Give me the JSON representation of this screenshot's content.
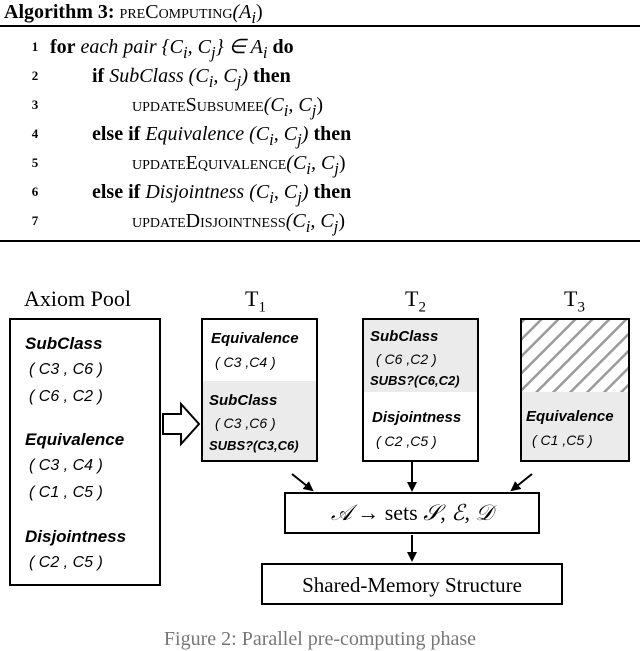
{
  "algorithm": {
    "label": "Algorithm 3:",
    "name": "preComputing",
    "arg": "(A",
    "arg_sub": "i",
    "arg_close": ")",
    "lines": [
      {
        "num": "1",
        "kw1": "for",
        "text1": "each pair",
        "math": "{C",
        "s1": "i",
        "mid": ", C",
        "s2": "j",
        "close": "} ∈ A",
        "s3": "i",
        "kw2": "do"
      },
      {
        "num": "2",
        "kw1": "if",
        "text1": "SubClass (C",
        "s1": "i",
        "mid": ", C",
        "s2": "j",
        "close": ")",
        "kw2": "then"
      },
      {
        "num": "3",
        "call": "updateSubsumee",
        "args": "(C",
        "s1": "i",
        "mid": ", C",
        "s2": "j",
        "close": ")"
      },
      {
        "num": "4",
        "kw1": "else if",
        "text1": "Equivalence (C",
        "s1": "i",
        "mid": ", C",
        "s2": "j",
        "close": ")",
        "kw2": "then"
      },
      {
        "num": "5",
        "call": "updateEquivalence",
        "args": "(C",
        "s1": "i",
        "mid": ", C",
        "s2": "j",
        "close": ")"
      },
      {
        "num": "6",
        "kw1": "else if",
        "text1": "Disjointness (C",
        "s1": "i",
        "mid": ", C",
        "s2": "j",
        "close": ")",
        "kw2": "then"
      },
      {
        "num": "7",
        "call": "updateDisjointness",
        "args": "(C",
        "s1": "i",
        "mid": ", C",
        "s2": "j",
        "close": ")"
      }
    ]
  },
  "figure": {
    "pool_label": "Axiom Pool",
    "pool": {
      "subclass": "SubClass",
      "sub_pairs": [
        "( C3 , C6 )",
        "( C6 , C2 )"
      ],
      "equivalence": "Equivalence",
      "eq_pairs": [
        "( C3 , C4 )",
        "( C1 , C5 )"
      ],
      "disjointness": "Disjointness",
      "dis_pairs": [
        "( C2 , C5 )"
      ]
    },
    "threads": [
      {
        "label": "T",
        "sub": "1"
      },
      {
        "label": "T",
        "sub": "2"
      },
      {
        "label": "T",
        "sub": "3"
      }
    ],
    "t1": {
      "eq": "Equivalence",
      "eq_pair": "( C3 ,C4 )",
      "sub": "SubClass",
      "sub_pair": "( C3 ,C6 )",
      "subs": "SUBS?(C3,C6)"
    },
    "t2": {
      "sub": "SubClass",
      "sub_pair": "( C6 ,C2 )",
      "subs": "SUBS?(C6,C2)",
      "dis": "Disjointness",
      "dis_pair": "( C2 ,C5 )"
    },
    "t3": {
      "eq": "Equivalence",
      "eq_pair": "( C1 ,C5 )"
    },
    "sets_box": {
      "a": "𝒜",
      "arrow": "→",
      "sets": "sets",
      "s": "𝒮",
      "e": "ℰ",
      "d": "𝒟"
    },
    "shared_box": "Shared-Memory Structure",
    "caption": "Figure 2: Parallel pre-computing phase"
  },
  "colors": {
    "shade": "#ebebeb",
    "hatch": "#9a9a9a"
  }
}
